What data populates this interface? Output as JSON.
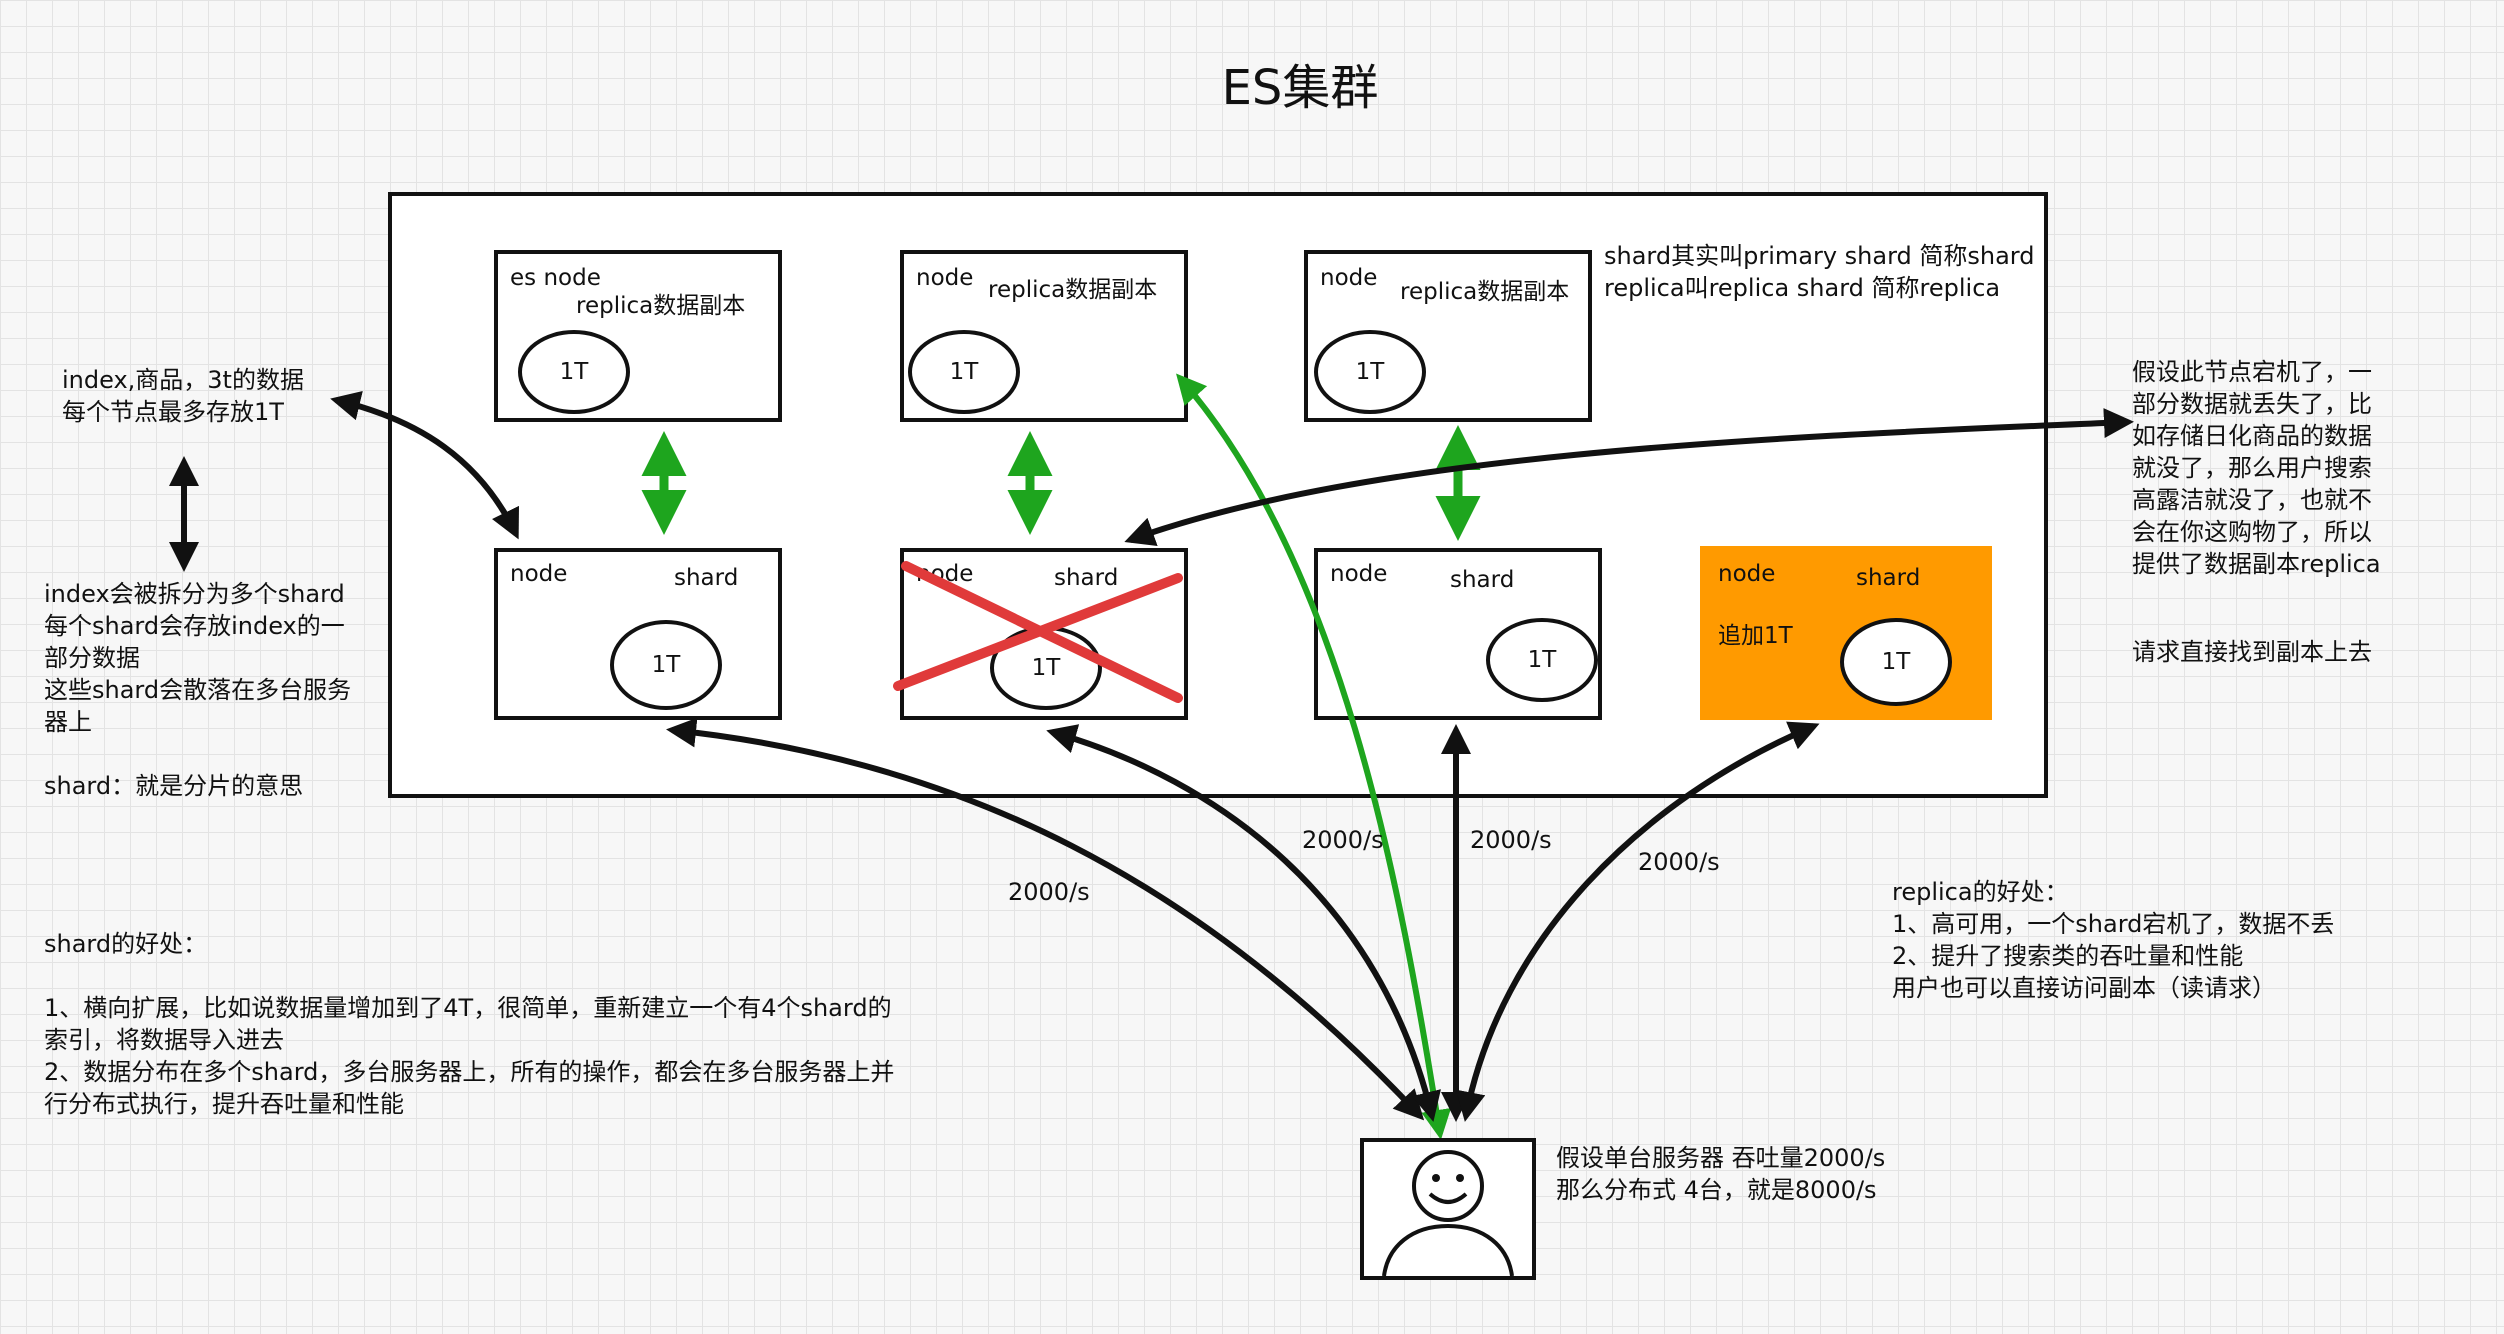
{
  "title": "ES集群",
  "replica_nodes": [
    {
      "name": "es node",
      "role": "replica数据副本",
      "size": "1T"
    },
    {
      "name": "node",
      "role": "replica数据副本",
      "size": "1T"
    },
    {
      "name": "node",
      "role": "replica数据副本",
      "size": "1T"
    }
  ],
  "shard_nodes": [
    {
      "name": "node",
      "role": "shard",
      "size": "1T",
      "failed": false
    },
    {
      "name": "node",
      "role": "shard",
      "size": "1T",
      "failed": true
    },
    {
      "name": "node",
      "role": "shard",
      "size": "1T",
      "failed": false
    },
    {
      "name": "node",
      "role": "shard",
      "size": "1T",
      "extra": "追加1T",
      "added": true
    }
  ],
  "throughput_labels": [
    "2000/s",
    "2000/s",
    "2000/s",
    "2000/s"
  ],
  "notes": {
    "shard_naming": "shard其实叫primary shard 简称shard\nreplica叫replica shard 简称replica",
    "index_info": "index,商品，3t的数据\n每个节点最多存放1T",
    "index_split": "index会被拆分为多个shard\n每个shard会存放index的一\n部分数据\n这些shard会散落在多台服务\n器上\n\nshard：就是分片的意思",
    "shard_benefits": "shard的好处：\n\n1、横向扩展，比如说数据量增加到了4T，很简单，重新建立一个有4个shard的\n索引，将数据导入进去\n2、数据分布在多个shard，多台服务器上，所有的操作，都会在多台服务器上并\n行分布式执行，提升吞吐量和性能",
    "node_down": "假设此节点宕机了，一\n部分数据就丢失了，比\n如存储日化商品的数据\n就没了，那么用户搜索\n高露洁就没了，也就不\n会在你这购物了，所以\n提供了数据副本replica",
    "request_replica": "请求直接找到副本上去",
    "replica_benefits": "replica的好处：\n1、高可用，一个shard宕机了，数据不丢\n2、提升了搜索类的吞吐量和性能\n用户也可以直接访问副本（读请求）",
    "server_throughput": "假设单台服务器 吞吐量2000/s\n那么分布式 4台，就是8000/s"
  },
  "colors": {
    "accent_green": "#1ea51e",
    "failure_red": "#e03a3a",
    "added_node": "#ff9a00"
  },
  "icons": {
    "user": "smiley-face-icon"
  }
}
